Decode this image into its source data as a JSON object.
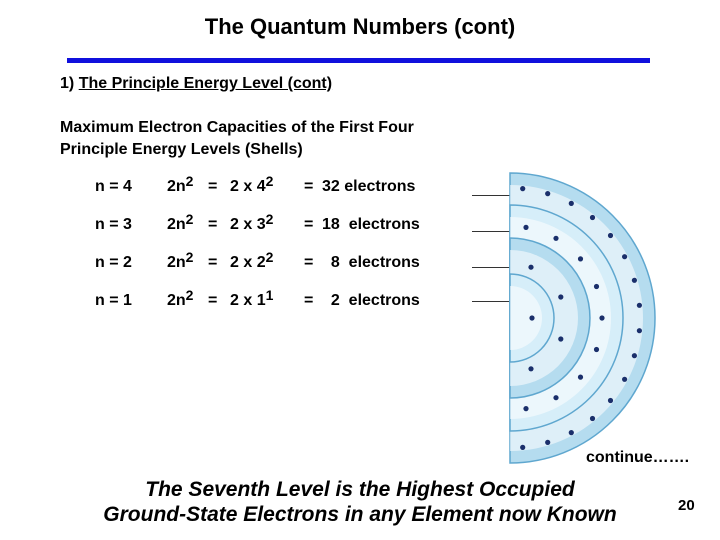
{
  "slide": {
    "title": "The Quantum Numbers (cont)",
    "section_number": "1)",
    "section_title": "The Principle Energy Level  (cont)",
    "heading_line1": "Maximum Electron Capacities of the First Four",
    "heading_line2": "Principle Energy Levels (Shells)",
    "rows": [
      {
        "n": "n = 4",
        "f1": "2n",
        "f1_sup": "2",
        "eq1": "=",
        "f2": "2 x  4",
        "f2_sup": "2",
        "eq2": "=",
        "result": "32 electrons"
      },
      {
        "n": "n = 3",
        "f1": "2n",
        "f1_sup": "2",
        "eq1": "=",
        "f2": "2 x  3",
        "f2_sup": "2",
        "eq2": "=",
        "result": "18  electrons"
      },
      {
        "n": "n = 2",
        "f1": "2n",
        "f1_sup": "2",
        "eq1": "=",
        "f2": "2 x  2",
        "f2_sup": "2",
        "eq2": "=",
        "result": "  8  electrons"
      },
      {
        "n": "n = 1",
        "f1": "2n",
        "f1_sup": "2",
        "eq1": "=",
        "f2": "2 x  1",
        "f2_sup": "1",
        "eq2": "=",
        "result": "  2  electrons"
      }
    ],
    "continue_text": "continue…….",
    "footer_line1": "The Seventh Level is the Highest Occupied",
    "footer_line2": "Ground-State Electrons in any Element now Known",
    "page_number": "20"
  },
  "shell_diagram": {
    "shells": [
      {
        "n": 1,
        "electrons": 2
      },
      {
        "n": 2,
        "electrons": 8
      },
      {
        "n": 3,
        "electrons": 18
      },
      {
        "n": 4,
        "electrons": 32
      }
    ],
    "colors": {
      "shell_fill": "#b5dcef",
      "shell_edge": "#5fa7cf",
      "electron": "#1a2f6b",
      "title_rule": "#1010dd"
    }
  }
}
